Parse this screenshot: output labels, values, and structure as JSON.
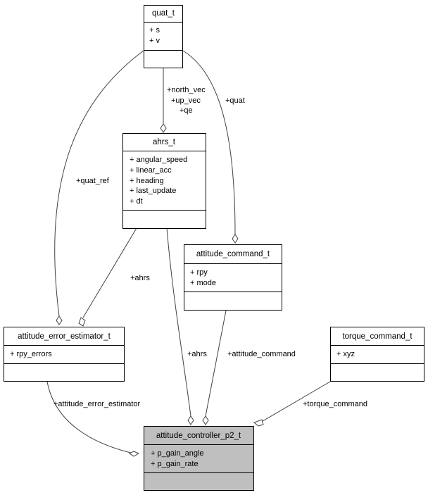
{
  "classes": {
    "quat": {
      "name": "quat_t",
      "members": [
        "+ s",
        "+ v"
      ]
    },
    "ahrs": {
      "name": "ahrs_t",
      "members": [
        "+ angular_speed",
        "+ linear_acc",
        "+ heading",
        "+ last_update",
        "+ dt"
      ]
    },
    "attitude_command": {
      "name": "attitude_command_t",
      "members": [
        "+ rpy",
        "+ mode"
      ]
    },
    "attitude_error_estimator": {
      "name": "attitude_error_estimator_t",
      "members": [
        "+ rpy_errors"
      ]
    },
    "torque_command": {
      "name": "torque_command_t",
      "members": [
        "+ xyz"
      ]
    },
    "attitude_controller": {
      "name": "attitude_controller_p2_t",
      "members": [
        "+ p_gain_angle",
        "+ p_gain_rate"
      ]
    }
  },
  "edges": {
    "quat_to_ahrs": [
      "+north_vec",
      "+up_vec",
      "+qe"
    ],
    "quat_to_attitude_command": [
      "+quat"
    ],
    "quat_to_error_estimator": [
      "+quat_ref"
    ],
    "ahrs_to_error_estimator": [
      "+ahrs"
    ],
    "ahrs_to_controller": [
      "+ahrs"
    ],
    "attitude_command_to_controller": [
      "+attitude_command"
    ],
    "error_estimator_to_controller": [
      "+attitude_error_estimator"
    ],
    "torque_command_to_controller": [
      "+torque_command"
    ]
  },
  "colors": {
    "highlight_fill": "#bfbfbf",
    "edge_stroke": "#404040",
    "box_stroke": "#000000"
  }
}
